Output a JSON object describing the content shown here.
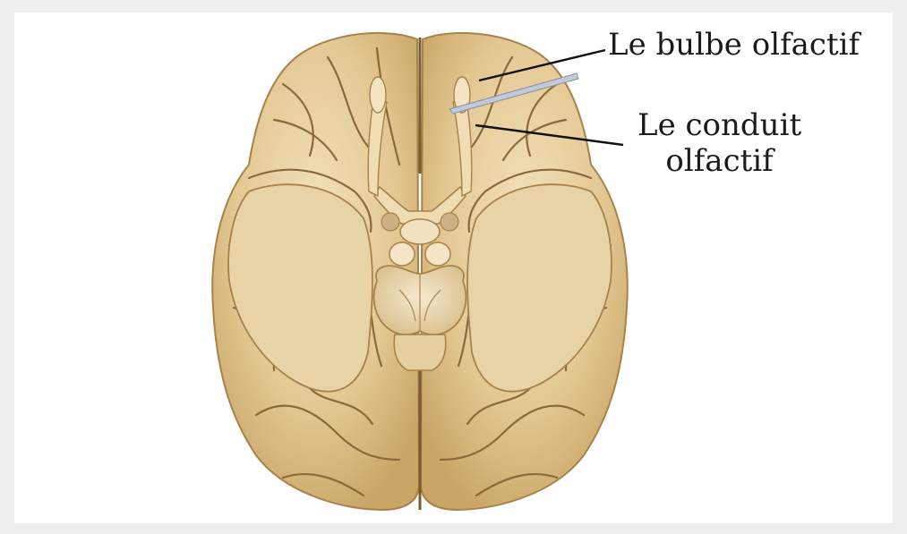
{
  "figure": {
    "background_color": "#ffffff",
    "border_color": "#eeeeee",
    "brain_color": "#e0c490",
    "sulcus_color": "#8a6a3c",
    "pointer_color": "#9aa4b8"
  },
  "labels": {
    "olfactory_bulb": "Le bulbe olfactif",
    "olfactory_tract_line1": "Le conduit",
    "olfactory_tract_line2": "olfactif"
  }
}
